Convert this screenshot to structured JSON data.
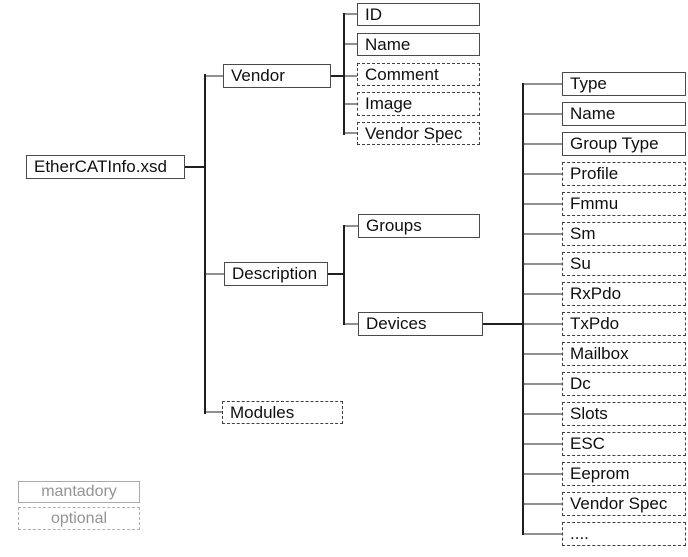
{
  "diagram": {
    "root": {
      "label": "EtherCATInfo.xsd",
      "style": "mandatory"
    },
    "level1": [
      {
        "label": "Vendor",
        "style": "mandatory"
      },
      {
        "label": "Description",
        "style": "mandatory"
      },
      {
        "label": "Modules",
        "style": "optional"
      }
    ],
    "vendor_children": [
      {
        "label": "ID",
        "style": "mandatory"
      },
      {
        "label": "Name",
        "style": "mandatory"
      },
      {
        "label": "Comment",
        "style": "optional"
      },
      {
        "label": "Image",
        "style": "optional"
      },
      {
        "label": "Vendor Spec",
        "style": "optional"
      }
    ],
    "description_children": [
      {
        "label": "Groups",
        "style": "mandatory"
      },
      {
        "label": "Devices",
        "style": "mandatory"
      }
    ],
    "devices_children": [
      {
        "label": "Type",
        "style": "mandatory"
      },
      {
        "label": "Name",
        "style": "mandatory"
      },
      {
        "label": "Group Type",
        "style": "mandatory"
      },
      {
        "label": "Profile",
        "style": "optional"
      },
      {
        "label": "Fmmu",
        "style": "optional"
      },
      {
        "label": "Sm",
        "style": "optional"
      },
      {
        "label": "Su",
        "style": "optional"
      },
      {
        "label": "RxPdo",
        "style": "optional"
      },
      {
        "label": "TxPdo",
        "style": "optional"
      },
      {
        "label": "Mailbox",
        "style": "optional"
      },
      {
        "label": "Dc",
        "style": "optional"
      },
      {
        "label": "Slots",
        "style": "optional"
      },
      {
        "label": "ESC",
        "style": "optional"
      },
      {
        "label": "Eeprom",
        "style": "optional"
      },
      {
        "label": "Vendor Spec",
        "style": "optional"
      },
      {
        "label": "....",
        "style": "optional"
      }
    ],
    "legend": [
      {
        "label": "mantadory",
        "style": "mandatory"
      },
      {
        "label": "optional",
        "style": "optional"
      }
    ],
    "colors": {
      "background": "#ffffff",
      "connector_primary": "#1f1f1f",
      "connector_secondary": "#8f8f8f",
      "mandatory_border": "#4a4a4a",
      "optional_border": "#404040",
      "node_text": "#0f0f0f",
      "legend_border": "#ababab",
      "legend_text": "#949494"
    }
  }
}
